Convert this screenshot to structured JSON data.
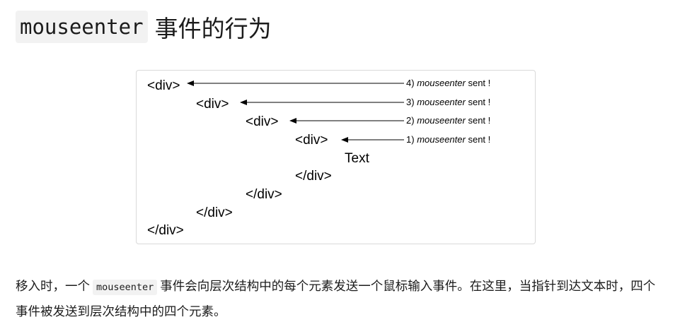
{
  "heading": {
    "code": "mouseenter",
    "text": "事件的行为"
  },
  "diagram": {
    "open_tag": "<div>",
    "close_tag": "</div>",
    "content_text": "Text",
    "event_name": "mouseenter",
    "event_suffix": "sent !",
    "events": [
      {
        "prefix": "4)"
      },
      {
        "prefix": "3)"
      },
      {
        "prefix": "2)"
      },
      {
        "prefix": "1)"
      }
    ]
  },
  "paragraph": {
    "before": "移入时，一个",
    "code": "mouseenter",
    "after": "事件会向层次结构中的每个元素发送一个鼠标输入事件。在这里，当指针到达文本时，四个事件被发送到层次结构中的四个元素。"
  }
}
